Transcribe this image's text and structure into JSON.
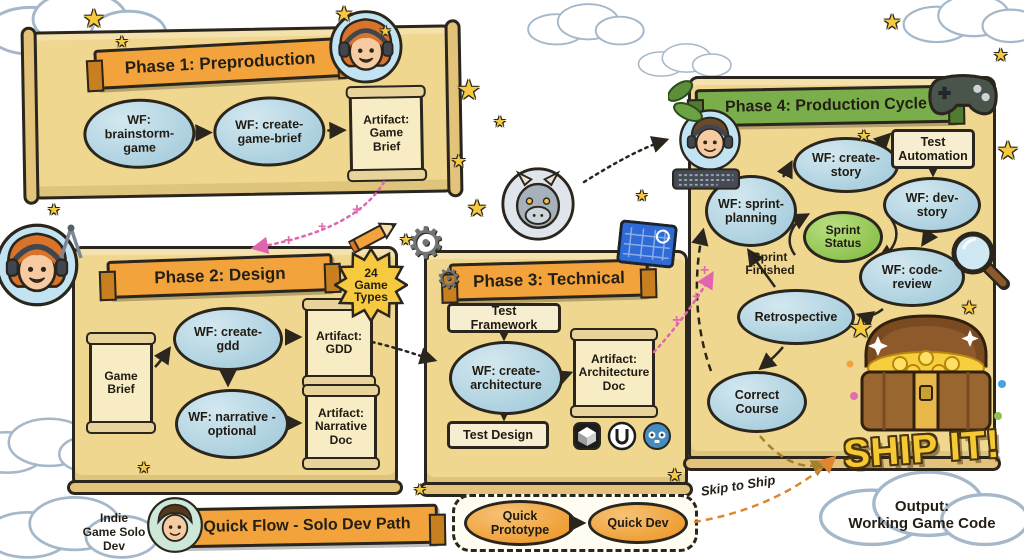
{
  "icons": {
    "star": "★",
    "gear": "⚙",
    "sparkle": "+"
  },
  "phase1": {
    "title": "Phase 1: Preproduction",
    "wf_brainstorm": "WF: brainstorm-game",
    "wf_create_game_brief": "WF: create-game-brief",
    "artifact_game_brief": "Artifact: Game Brief"
  },
  "phase2": {
    "title": "Phase 2: Design",
    "badge": "24 Game Types",
    "game_brief": "Game Brief",
    "wf_create_gdd": "WF: create-gdd",
    "artifact_gdd": "Artifact: GDD",
    "wf_narrative": "WF: narrative - optional",
    "artifact_narrative_doc": "Artifact: Narrative Doc"
  },
  "phase3": {
    "title": "Phase 3: Technical",
    "test_framework": "Test Framework",
    "wf_create_architecture": "WF: create-architecture",
    "artifact_architecture_doc": "Artifact: Architecture Doc",
    "test_design": "Test Design"
  },
  "phase4": {
    "title": "Phase 4: Production Cycle",
    "wf_create_story": "WF: create-story",
    "test_automation": "Test Automation",
    "wf_sprint_planning": "WF: sprint-planning",
    "wf_dev_story": "WF: dev-story",
    "sprint_status": "Sprint Status",
    "wf_code_review": "WF: code-review",
    "sprint_finished": "Sprint Finished",
    "retrospective": "Retrospective",
    "correct_course": "Correct Course"
  },
  "quick_flow": {
    "title": "Quick Flow - Solo Dev Path",
    "solo_dev": "Indie Game Solo Dev",
    "quick_prototype": "Quick Prototype",
    "quick_dev": "Quick Dev",
    "skip_to_ship": "Skip to Ship"
  },
  "output": {
    "ship_it": "SHIP IT!",
    "line1": "Output:",
    "line2": "Working Game Code"
  },
  "colors": {
    "parchment": "#f0d78f",
    "banner_orange": "#f2a33c",
    "banner_green": "#79ae4b",
    "node_blue": "#aacfde",
    "node_green": "#8cc24d",
    "node_orange": "#ef9e33",
    "star_yellow": "#f6c93f",
    "sparkle_pink": "#e06fb0",
    "outline": "#2a251d"
  }
}
